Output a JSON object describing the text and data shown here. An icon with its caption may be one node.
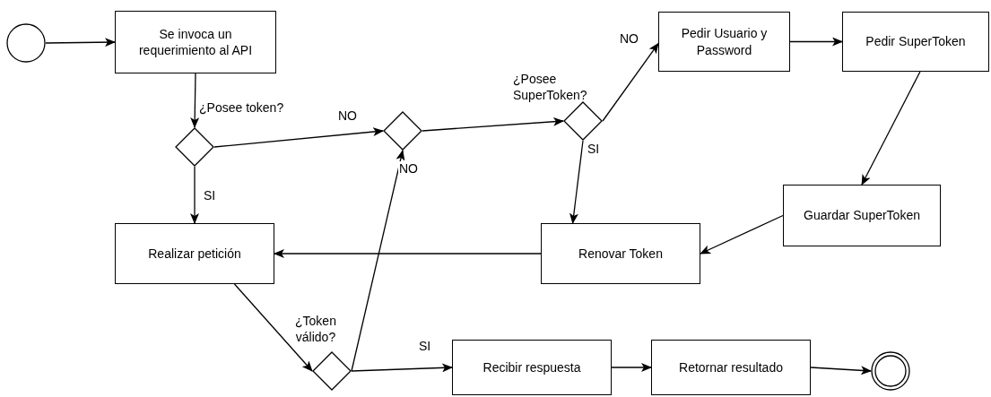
{
  "diagram": {
    "nodes": [
      {
        "text": [],
        "shape": "circle"
      },
      {
        "text": [
          "Se invoca un requerimiento al API"
        ]
      },
      {
        "text": [],
        "shape": "diamond",
        "beside": [
          "¿Posee token?"
        ]
      },
      {
        "text": [],
        "shape": "diamond"
      },
      {
        "text": [],
        "shape": "diamond",
        "beside": [
          "¿Posee SuperToken?"
        ]
      },
      {
        "text": [
          "Pedir Usuario y Password"
        ]
      },
      {
        "text": [
          "Pedir SuperToken"
        ]
      },
      {
        "text": [
          "Guardar SuperToken"
        ]
      },
      {
        "text": [
          "Realizar petición"
        ]
      },
      {
        "text": [
          "Renovar Token"
        ]
      },
      {
        "text": [],
        "shape": "diamond",
        "beside": [
          "¿Token válido?"
        ]
      },
      {
        "text": [
          "Recibir respuesta"
        ]
      },
      {
        "text": [
          "Retornar resultado"
        ]
      },
      {
        "text": [],
        "shape": "circle"
      }
    ],
    "edges": [
      {
        "from": 0,
        "to": 1,
        "arrow": "to"
      },
      {
        "from": 1,
        "to": 2,
        "arrow": "to"
      },
      {
        "from": 2,
        "to": 3,
        "arrow": "to",
        "label": "NO"
      },
      {
        "from": 2,
        "to": 8,
        "arrow": "to",
        "label": "SI"
      },
      {
        "from": 3,
        "to": 4,
        "arrow": "to"
      },
      {
        "from": 4,
        "to": 5,
        "arrow": "to",
        "label": "NO"
      },
      {
        "from": 4,
        "to": 9,
        "arrow": "to",
        "label": "SI"
      },
      {
        "from": 5,
        "to": 6,
        "arrow": "to"
      },
      {
        "from": 6,
        "to": 7,
        "arrow": "to"
      },
      {
        "from": 7,
        "to": 9,
        "arrow": "to"
      },
      {
        "from": 9,
        "to": 8,
        "arrow": "to"
      },
      {
        "from": 8,
        "to": 10,
        "arrow": "to"
      },
      {
        "from": 10,
        "to": 3,
        "arrow": "to",
        "label": "NO"
      },
      {
        "from": 10,
        "to": 11,
        "arrow": "to",
        "label": "SI"
      },
      {
        "from": 11,
        "to": 12,
        "arrow": "to"
      },
      {
        "from": 12,
        "to": 13,
        "arrow": "to"
      }
    ]
  }
}
